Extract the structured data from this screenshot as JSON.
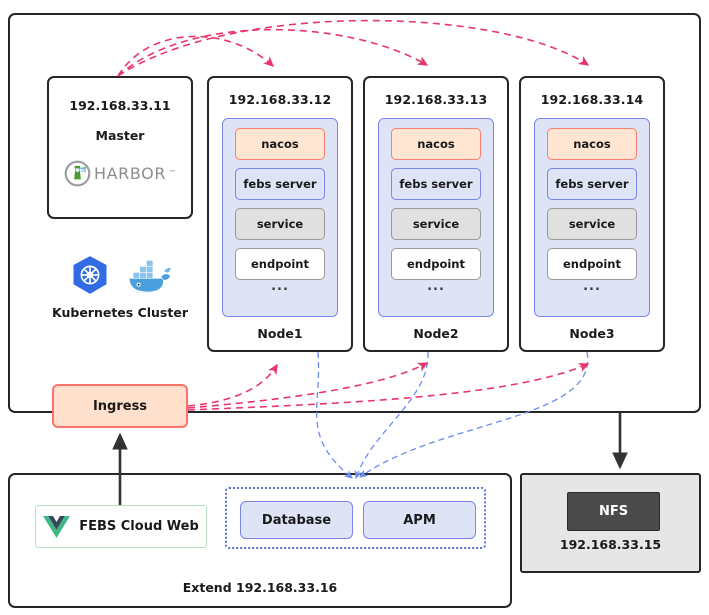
{
  "cluster": {
    "master": {
      "ip": "192.168.33.11",
      "role": "Master",
      "registry_name": "HARBOR",
      "registry_tm": "™"
    },
    "cluster_caption": "Kubernetes Cluster",
    "nodes": [
      {
        "ip": "192.168.33.12",
        "name": "Node1",
        "components": [
          "nacos",
          "febs server",
          "service",
          "endpoint"
        ],
        "more": "..."
      },
      {
        "ip": "192.168.33.13",
        "name": "Node2",
        "components": [
          "nacos",
          "febs server",
          "service",
          "endpoint"
        ],
        "more": "..."
      },
      {
        "ip": "192.168.33.14",
        "name": "Node3",
        "components": [
          "nacos",
          "febs server",
          "service",
          "endpoint"
        ],
        "more": "..."
      }
    ],
    "ingress_label": "Ingress"
  },
  "extend": {
    "label": "Extend 192.168.33.16",
    "web_app": "FEBS Cloud Web",
    "services": [
      "Database",
      "APM"
    ]
  },
  "storage": {
    "name": "NFS",
    "ip": "192.168.33.15"
  },
  "colors": {
    "frame_border": "#262626",
    "nacos_fill": "#ffe6d3",
    "nacos_border": "#fa7f6f",
    "pod_fill": "#dee3f5",
    "pod_border": "#7b86ec",
    "service_fill": "#e0e0e0",
    "ingress_fill": "#ffe0cc",
    "ingress_border": "#f9736a",
    "red_arrow": "#e8366b",
    "blue_arrow": "#6c8cf0",
    "black_arrow": "#333333",
    "nfs_fill": "#4a4a4a",
    "nfs_panel": "#e6e6e6",
    "vue_green": "#41b883",
    "vue_navy": "#35495e",
    "k8s_blue": "#326ce5",
    "docker_blue": "#2396ed",
    "harbor_green": "#4d9b35",
    "harbor_gray": "#8d8d8d"
  }
}
